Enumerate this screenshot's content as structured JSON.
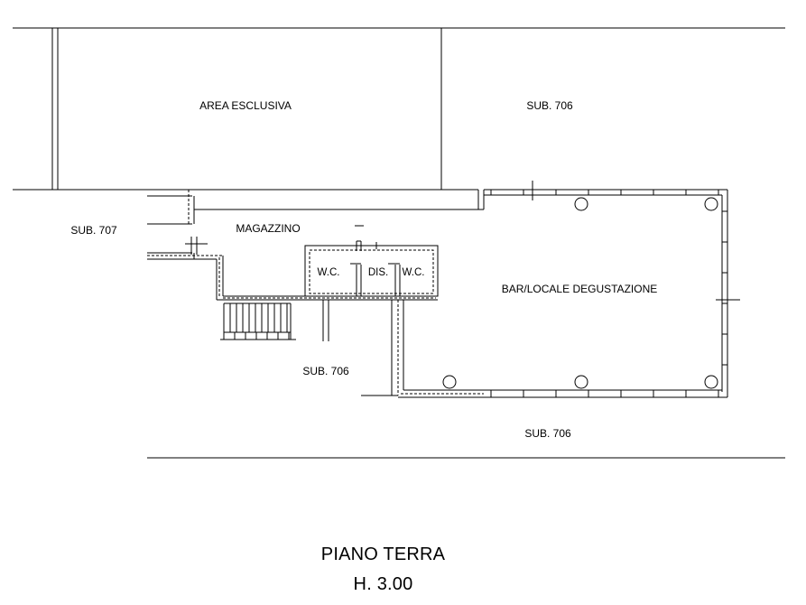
{
  "rooms": {
    "area_esclusiva": "AREA ESCLUSIVA",
    "sub_706_top": "SUB. 706",
    "sub_707": "SUB. 707",
    "magazzino": "MAGAZZINO",
    "wc_left": "W.C.",
    "dis": "DIS.",
    "wc_right": "W.C.",
    "bar": "BAR/LOCALE DEGUSTAZIONE",
    "sub_706_mid": "SUB. 706",
    "sub_706_bottom": "SUB. 706"
  },
  "caption": {
    "title": "PIANO TERRA",
    "height": "H. 3.00"
  }
}
